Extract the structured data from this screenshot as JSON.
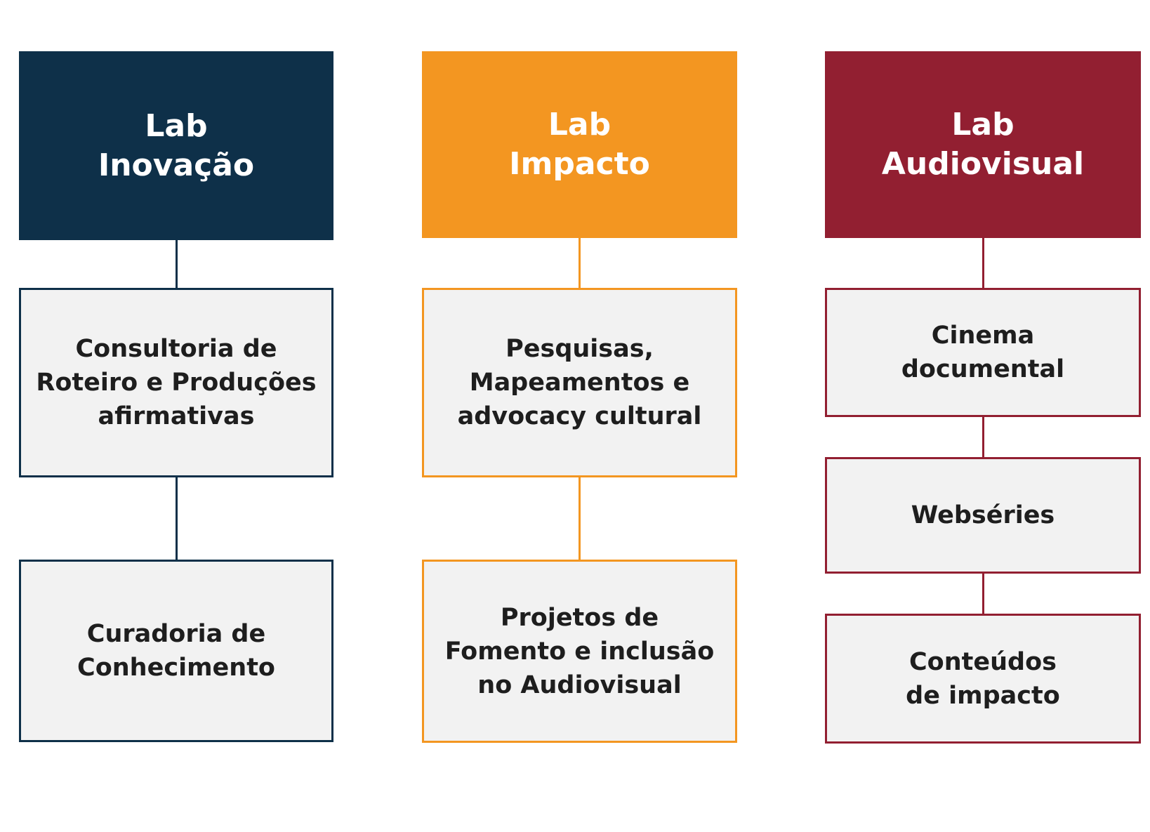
{
  "colors": {
    "lab_inovacao": "#0e3049",
    "lab_impacto": "#f39621",
    "lab_audiovisual": "#921f31",
    "box_fill": "#f2f2f2",
    "box_text": "#1e1e1e"
  },
  "columns": [
    {
      "header": "Lab\nInovação",
      "items": [
        "Consultoria de\nRoteiro e Produções\nafirmativas",
        "Curadoria de\nConhecimento"
      ]
    },
    {
      "header": "Lab\nImpacto",
      "items": [
        "Pesquisas,\nMapeamentos e\nadvocacy cultural",
        "Projetos de\nFomento e  inclusão\nno Audiovisual"
      ]
    },
    {
      "header": "Lab\nAudiovisual",
      "items": [
        "Cinema\ndocumental",
        "Webséries",
        "Conteúdos\nde impacto"
      ]
    }
  ]
}
